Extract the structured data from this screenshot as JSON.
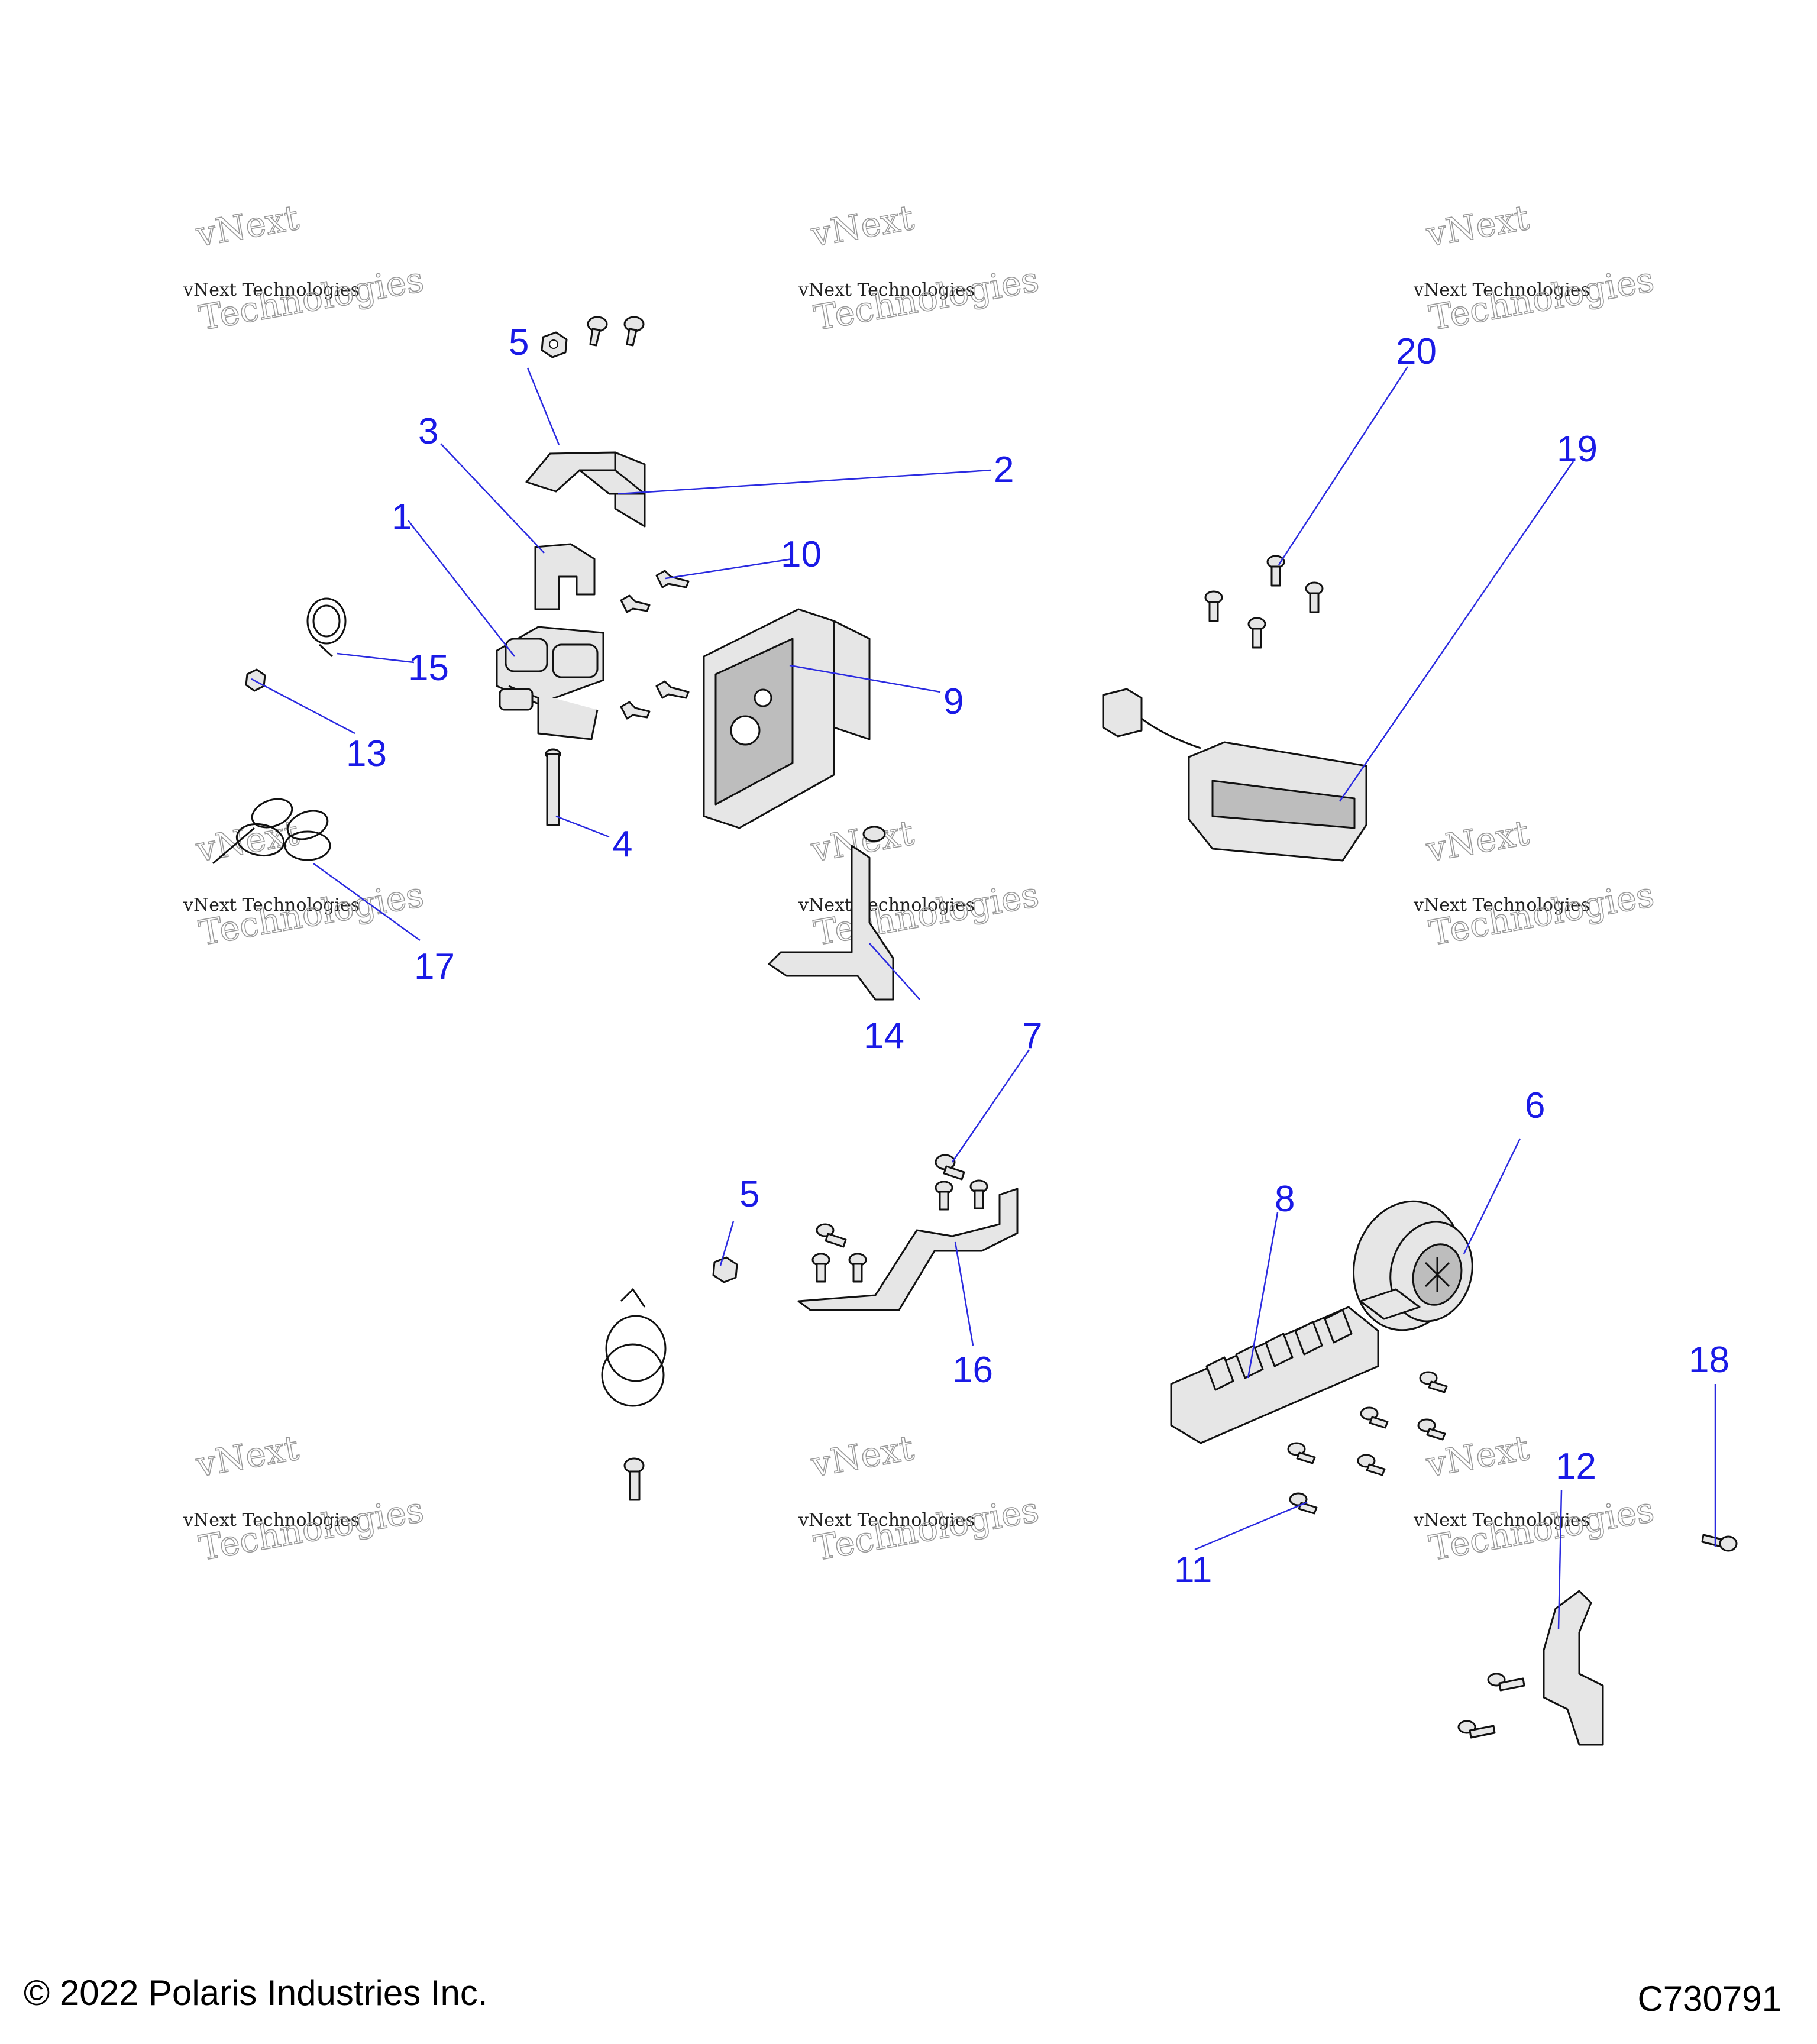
{
  "callouts": [
    "1",
    "2",
    "3",
    "4",
    "5",
    "5",
    "6",
    "7",
    "8",
    "9",
    "10",
    "11",
    "12",
    "13",
    "14",
    "15",
    "16",
    "17",
    "18",
    "19",
    "20"
  ],
  "watermark": {
    "line1": "vNext Technologies",
    "line2": "Technologies",
    "line3": "vNext"
  },
  "footer": {
    "copyright": "© 2022 Polaris Industries Inc.",
    "diagram_id": "C730791"
  },
  "colors": {
    "callout": "#1a1ae6",
    "leader": "#2a2ae0",
    "part_fill": "#e6e6e6"
  }
}
